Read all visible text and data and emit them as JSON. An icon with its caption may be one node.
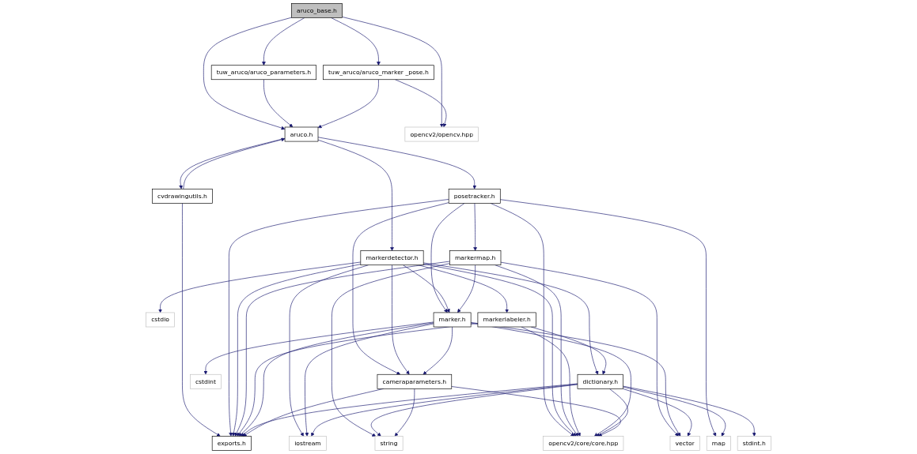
{
  "diagram": {
    "nodes": [
      {
        "text": [
          "aruco_base.h"
        ]
      },
      {
        "text": [
          "tuw_aruco/aruco_parameters.h"
        ]
      },
      {
        "text": [
          "tuw_aruco/aruco_marker _pose.h"
        ]
      },
      {
        "text": [
          "aruco.h"
        ]
      },
      {
        "text": [
          "opencv2/opencv.hpp"
        ]
      },
      {
        "text": [
          "cvdrawingutils.h"
        ]
      },
      {
        "text": [
          "posetracker.h"
        ]
      },
      {
        "text": [
          "markerdetector.h"
        ]
      },
      {
        "text": [
          "markermap.h"
        ]
      },
      {
        "text": [
          "cstdio"
        ]
      },
      {
        "text": [
          "markerlabeler.h"
        ]
      },
      {
        "text": [
          "marker.h"
        ]
      },
      {
        "text": [
          "dictionary.h"
        ]
      },
      {
        "text": [
          "cstdint"
        ]
      },
      {
        "text": [
          "cameraparameters.h"
        ]
      },
      {
        "text": [
          "exports.h"
        ]
      },
      {
        "text": [
          "iostream"
        ]
      },
      {
        "text": [
          "stdint.h"
        ]
      },
      {
        "text": [
          "string"
        ]
      },
      {
        "text": [
          "vector"
        ]
      },
      {
        "text": [
          "opencv2/core/core.hpp"
        ]
      },
      {
        "text": [
          "map"
        ]
      }
    ],
    "edges": [
      {
        "from": 0,
        "to": 3,
        "arrow": "to"
      },
      {
        "from": 0,
        "to": 1,
        "arrow": "to"
      },
      {
        "from": 0,
        "to": 2,
        "arrow": "to"
      },
      {
        "from": 0,
        "to": 4,
        "arrow": "to"
      },
      {
        "from": 1,
        "to": 3,
        "arrow": "to"
      },
      {
        "from": 2,
        "to": 3,
        "arrow": "to"
      },
      {
        "from": 2,
        "to": 4,
        "arrow": "to"
      },
      {
        "from": 3,
        "to": 5,
        "arrow": "to"
      },
      {
        "from": 5,
        "to": 3,
        "arrow": "to"
      },
      {
        "from": 3,
        "to": 6,
        "arrow": "to"
      },
      {
        "from": 3,
        "to": 7,
        "arrow": "to"
      },
      {
        "from": 5,
        "to": 15,
        "arrow": "to"
      },
      {
        "from": 6,
        "to": 15,
        "arrow": "to"
      },
      {
        "from": 6,
        "to": 8,
        "arrow": "to"
      },
      {
        "from": 6,
        "to": 11,
        "arrow": "to"
      },
      {
        "from": 6,
        "to": 14,
        "arrow": "to"
      },
      {
        "from": 6,
        "to": 20,
        "arrow": "to"
      },
      {
        "from": 6,
        "to": 21,
        "arrow": "to"
      },
      {
        "from": 7,
        "to": 15,
        "arrow": "to"
      },
      {
        "from": 7,
        "to": 16,
        "arrow": "to"
      },
      {
        "from": 7,
        "to": 12,
        "arrow": "to"
      },
      {
        "from": 7,
        "to": 9,
        "arrow": "to"
      },
      {
        "from": 7,
        "to": 10,
        "arrow": "to"
      },
      {
        "from": 7,
        "to": 11,
        "arrow": "to"
      },
      {
        "from": 7,
        "to": 14,
        "arrow": "to"
      },
      {
        "from": 7,
        "to": 20,
        "arrow": "to"
      },
      {
        "from": 8,
        "to": 15,
        "arrow": "to"
      },
      {
        "from": 8,
        "to": 11,
        "arrow": "to"
      },
      {
        "from": 8,
        "to": 18,
        "arrow": "to"
      },
      {
        "from": 8,
        "to": 19,
        "arrow": "to"
      },
      {
        "from": 8,
        "to": 20,
        "arrow": "to"
      },
      {
        "from": 10,
        "to": 15,
        "arrow": "to"
      },
      {
        "from": 10,
        "to": 12,
        "arrow": "to"
      },
      {
        "from": 10,
        "to": 20,
        "arrow": "to"
      },
      {
        "from": 11,
        "to": 15,
        "arrow": "to"
      },
      {
        "from": 11,
        "to": 16,
        "arrow": "to"
      },
      {
        "from": 11,
        "to": 13,
        "arrow": "to"
      },
      {
        "from": 11,
        "to": 14,
        "arrow": "to"
      },
      {
        "from": 11,
        "to": 19,
        "arrow": "to"
      },
      {
        "from": 11,
        "to": 20,
        "arrow": "to"
      },
      {
        "from": 12,
        "to": 15,
        "arrow": "to"
      },
      {
        "from": 12,
        "to": 16,
        "arrow": "to"
      },
      {
        "from": 12,
        "to": 17,
        "arrow": "to"
      },
      {
        "from": 12,
        "to": 18,
        "arrow": "to"
      },
      {
        "from": 12,
        "to": 19,
        "arrow": "to"
      },
      {
        "from": 12,
        "to": 20,
        "arrow": "to"
      },
      {
        "from": 12,
        "to": 21,
        "arrow": "to"
      },
      {
        "from": 14,
        "to": 15,
        "arrow": "to"
      },
      {
        "from": 14,
        "to": 18,
        "arrow": "to"
      },
      {
        "from": 14,
        "to": 20,
        "arrow": "to"
      }
    ]
  }
}
